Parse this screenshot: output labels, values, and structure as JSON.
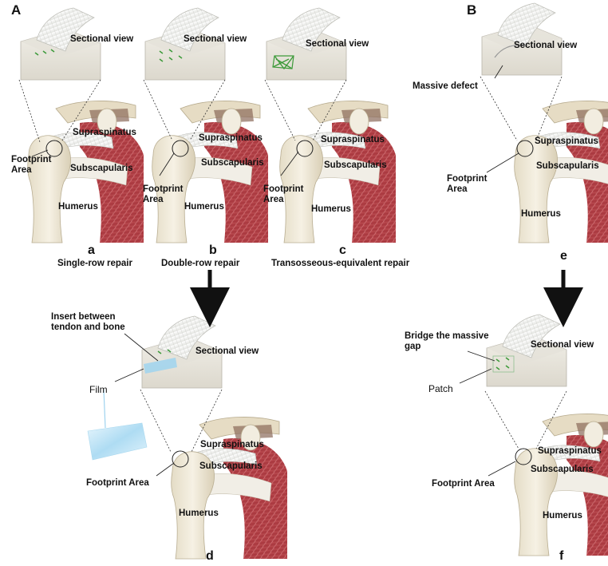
{
  "sections": [
    {
      "id": "A",
      "letter": "A"
    },
    {
      "id": "B",
      "letter": "B"
    }
  ],
  "panels": [
    {
      "id": "a",
      "letter": "a",
      "caption": "Single-row repair",
      "sectional": "Sectional view",
      "footprint": "Footprint\nArea",
      "supra": "Supraspinatus",
      "subsc": "Subscapularis",
      "humerus": "Humerus"
    },
    {
      "id": "b",
      "letter": "b",
      "caption": "Double-row repair",
      "sectional": "Sectional view",
      "footprint": "Footprint\nArea",
      "supra": "Supraspinatus",
      "subsc": "Subscapularis",
      "humerus": "Humerus"
    },
    {
      "id": "c",
      "letter": "c",
      "caption": "Transosseous-equivalent repair",
      "sectional": "Sectional view",
      "footprint": "Footprint\nArea",
      "supra": "Supraspinatus",
      "subsc": "Subscapularis",
      "humerus": "Humerus"
    },
    {
      "id": "d",
      "letter": "d",
      "sectional": "Sectional view",
      "insert": "Insert between\ntendon and bone",
      "film": "Film",
      "footprint": "Footprint Area",
      "supra": "Supraspinatus",
      "subsc": "Subscapularis",
      "humerus": "Humerus"
    },
    {
      "id": "e",
      "letter": "e",
      "sectional": "Sectional view",
      "defect": "Massive defect",
      "footprint": "Footprint\nArea",
      "supra": "Supraspinatus",
      "subsc": "Subscapularis",
      "humerus": "Humerus"
    },
    {
      "id": "f",
      "letter": "f",
      "sectional": "Sectional view",
      "bridge": "Bridge the massive\ngap",
      "patch": "Patch",
      "footprint": "Footprint Area",
      "supra": "Supraspinatus",
      "subsc": "Subscapularis",
      "humerus": "Humerus"
    }
  ],
  "colors": {
    "tendon": "#eeeeec",
    "tendon_stripe": "#cfd0cc",
    "bone": "#efe8d8",
    "bone_shadow": "#c9bfa6",
    "muscle": "#b8474c",
    "muscle_stripe": "#e7a0a0",
    "suture": "#3d9a3a",
    "film": "#9fd3ef",
    "arrow": "#111111"
  }
}
